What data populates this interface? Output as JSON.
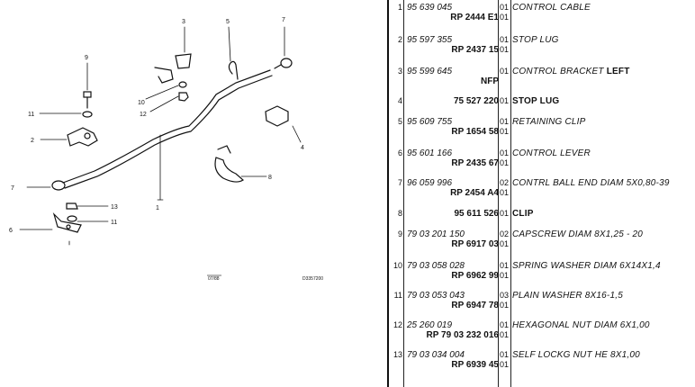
{
  "diagram": {
    "labels": {
      "l1": "1",
      "l2": "2",
      "l3": "3",
      "l4": "4",
      "l5": "5",
      "l6": "6",
      "l7a": "7",
      "l7b": "7",
      "l8": "8",
      "l9": "9",
      "l10": "10",
      "l11a": "11",
      "l11b": "11",
      "l12": "12",
      "l13": "13"
    },
    "stamp": "07/88",
    "drawing_ref": "D3357200"
  },
  "parts": [
    {
      "num": "1",
      "ref": "95 639 045",
      "ref2": "RP 2444 E1",
      "q1": "01",
      "q2": "01",
      "desc": "CONTROL CABLE",
      "desc_extra": ""
    },
    {
      "num": "2",
      "ref": "95 597 355",
      "ref2": "RP 2437 15",
      "q1": "01",
      "q2": "01",
      "desc": "STOP LUG",
      "desc_extra": ""
    },
    {
      "num": "3",
      "ref": "95 599 645",
      "ref2": "NFP",
      "q1": "01",
      "q2": "",
      "desc": "CONTROL BRACKET ",
      "desc_extra": "LEFT"
    },
    {
      "num": "4",
      "ref": "75 527 220",
      "ref2": "",
      "q1": "01",
      "q2": "",
      "desc": "STOP LUG",
      "desc_extra": "",
      "bold": true
    },
    {
      "num": "5",
      "ref": "95 609 755",
      "ref2": "RP 1654 58",
      "q1": "01",
      "q2": "01",
      "desc": "RETAINING CLIP",
      "desc_extra": ""
    },
    {
      "num": "6",
      "ref": "95 601 166",
      "ref2": "RP 2435 67",
      "q1": "01",
      "q2": "01",
      "desc": "CONTROL LEVER",
      "desc_extra": ""
    },
    {
      "num": "7",
      "ref": "96 059 996",
      "ref2": "RP 2454 A4",
      "q1": "02",
      "q2": "01",
      "desc": "CONTRL BALL END DIAM 5X0,80-39",
      "desc_extra": ""
    },
    {
      "num": "8",
      "ref": "95 611 526",
      "ref2": "",
      "q1": "01",
      "q2": "",
      "desc": "CLIP",
      "desc_extra": "",
      "bold": true
    },
    {
      "num": "9",
      "ref": "79 03 201 150",
      "ref2": "RP 6917 03",
      "q1": "02",
      "q2": "01",
      "desc": "CAPSCREW DIAM 8X1,25 - 20",
      "desc_extra": ""
    },
    {
      "num": "10",
      "ref": "79 03 058 028",
      "ref2": "RP 6962 99",
      "q1": "01",
      "q2": "01",
      "desc": "SPRING WASHER DIAM 6X14X1,4",
      "desc_extra": ""
    },
    {
      "num": "11",
      "ref": "79 03 053 043",
      "ref2": "RP 6947 78",
      "q1": "03",
      "q2": "01",
      "desc": "PLAIN WASHER 8X16-1,5",
      "desc_extra": ""
    },
    {
      "num": "12",
      "ref": "25 260 019",
      "ref2": "RP 79 03 232 016",
      "q1": "01",
      "q2": "01",
      "desc": "HEXAGONAL NUT DIAM 6X1,00",
      "desc_extra": ""
    },
    {
      "num": "13",
      "ref": "79 03 034 004",
      "ref2": "RP 6939 45",
      "q1": "01",
      "q2": "01",
      "desc": "SELF LOCKG NUT HE 8X1,00",
      "desc_extra": ""
    }
  ]
}
